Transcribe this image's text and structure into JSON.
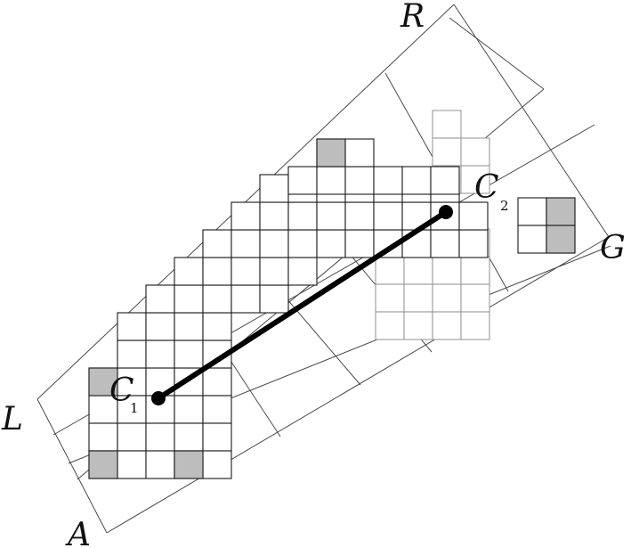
{
  "labels": {
    "R": "R",
    "G": "G",
    "L": "L",
    "A": "A",
    "C1": "C",
    "C1_sub": "1",
    "C2": "C",
    "C2_sub": "2"
  },
  "colors": {
    "cell_fill": "#ffffff",
    "shaded_cell": "#bdbdbd",
    "cell_stroke": "#1a1a1a",
    "faint_cell_stroke": "#9a9a9a",
    "frame_stroke": "#4a4a4a",
    "connector": "#000000"
  }
}
